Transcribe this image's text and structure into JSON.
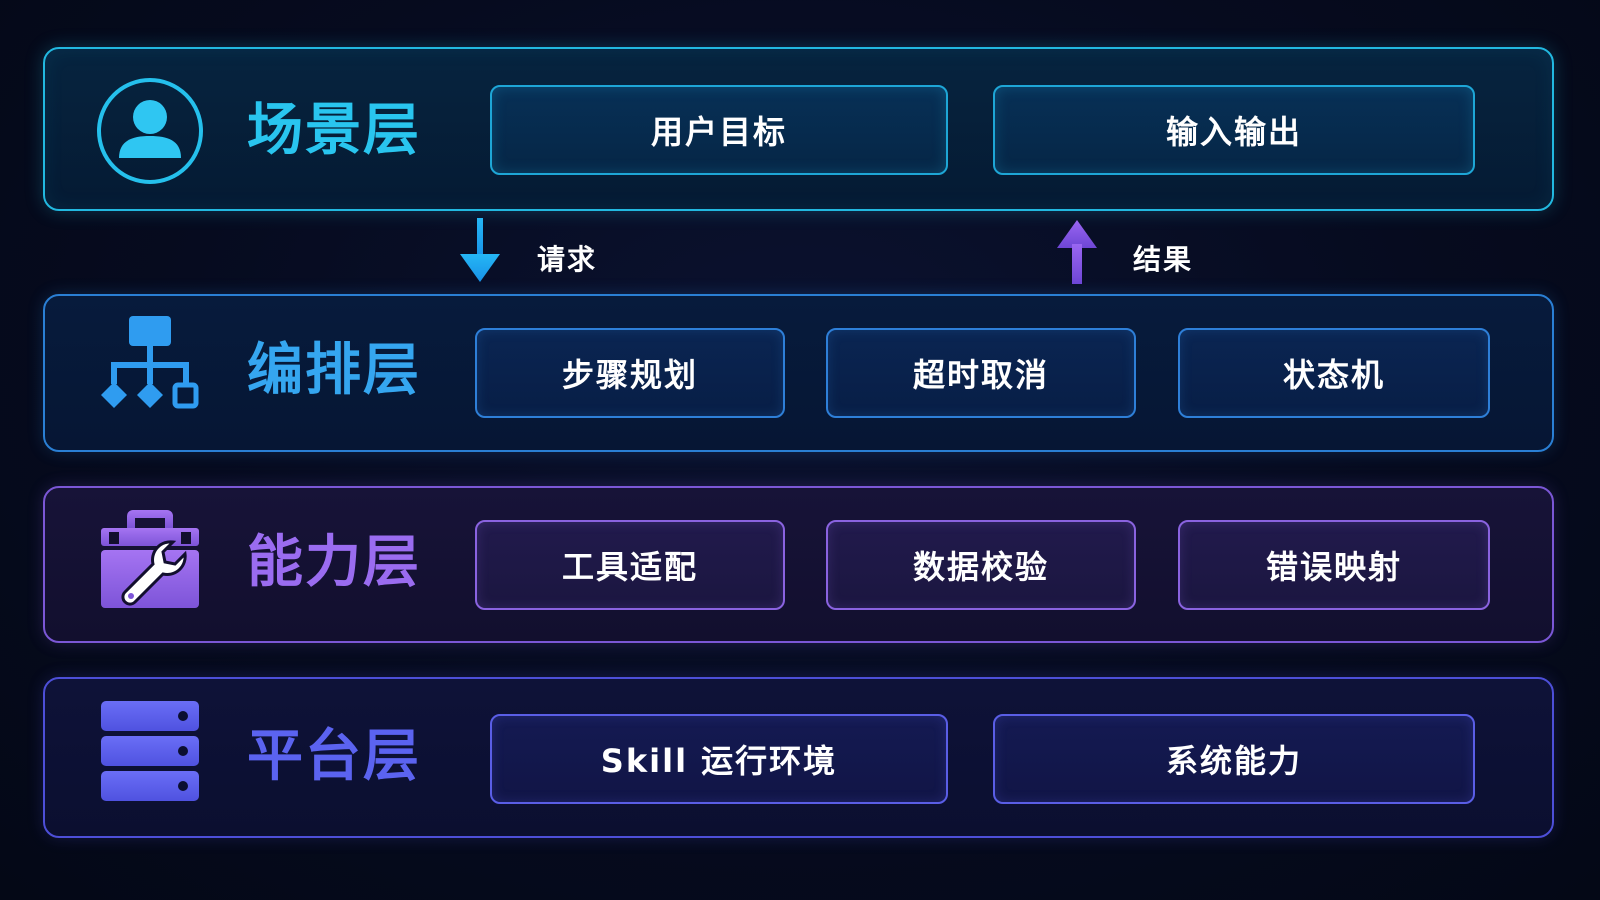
{
  "layers": {
    "scene": {
      "title": "场景层",
      "icon": "user-icon",
      "color": "#29c5ef",
      "items": [
        "用户目标",
        "输入输出"
      ]
    },
    "orchestration": {
      "title": "编排层",
      "icon": "hierarchy-icon",
      "color": "#35a6f0",
      "items": [
        "步骤规划",
        "超时取消",
        "状态机"
      ]
    },
    "capability": {
      "title": "能力层",
      "icon": "toolbox-icon",
      "color": "#9a6cf0",
      "items": [
        "工具适配",
        "数据校验",
        "错误映射"
      ]
    },
    "platform": {
      "title": "平台层",
      "icon": "server-icon",
      "color": "#5b63f0",
      "items": [
        "Skill 运行环境",
        "系统能力"
      ]
    }
  },
  "flows": {
    "request": {
      "label": "请求",
      "direction": "down",
      "icon": "arrow-down-icon",
      "color": "#1fa8f0"
    },
    "result": {
      "label": "结果",
      "direction": "up",
      "icon": "arrow-up-icon",
      "color": "#8a5cf0"
    }
  }
}
